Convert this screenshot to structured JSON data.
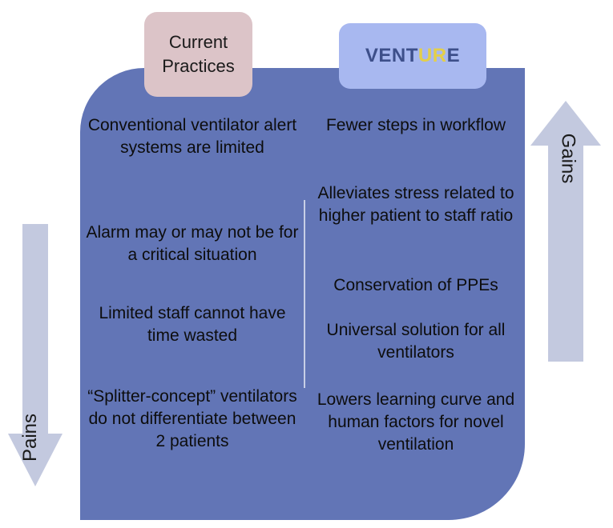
{
  "headers": {
    "current": "Current\nPractices",
    "venture_prefix": "VENT",
    "venture_accent": "UR",
    "venture_suffix": "E"
  },
  "pains": [
    "Conventional ventilator alert systems are limited",
    "Alarm may or may not be for a critical situation",
    "Limited staff cannot have time wasted",
    "“Splitter-concept” ventilators do not differentiate between 2 patients"
  ],
  "gains": [
    "Fewer steps in workflow",
    "Alleviates stress related to higher patient to staff ratio",
    "Conservation of PPEs",
    "Universal solution for all ventilators",
    "Lowers learning curve and human factors for novel ventilation"
  ],
  "arrows": {
    "pains_label": "Pains",
    "gains_label": "Gains"
  },
  "colors": {
    "panel": "#6275b6",
    "current_header": "#dcc4c8",
    "venture_header": "#a8b8f0",
    "arrow": "#c3c9df",
    "venture_text": "#3d4f8a",
    "venture_accent": "#e3cf4a"
  }
}
